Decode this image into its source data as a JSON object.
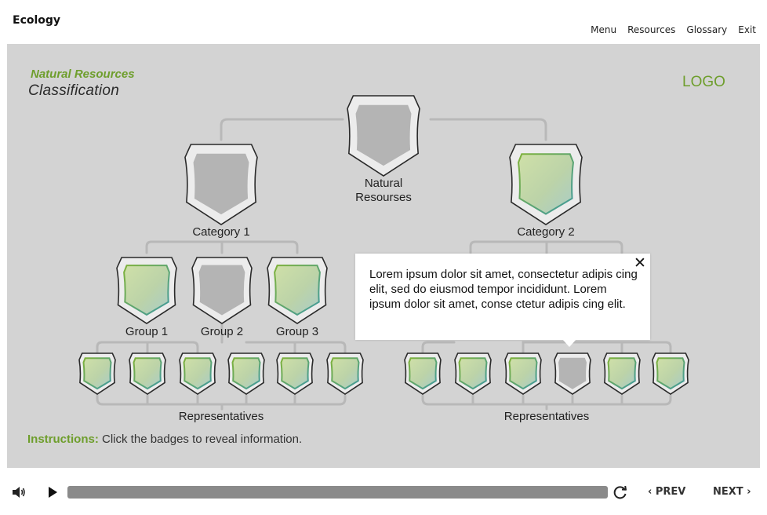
{
  "app": {
    "title": "Ecology"
  },
  "nav": {
    "items": [
      "Menu",
      "Resources",
      "Glossary",
      "Exit"
    ]
  },
  "slide": {
    "subtitle": "Natural Resources",
    "title": "Classification",
    "logo": "LOGO",
    "root_label_line1": "Natural",
    "root_label_line2": "Resourses",
    "categories": [
      "Category 1",
      "Category 2"
    ],
    "groups": [
      "Group 1",
      "Group 2",
      "Group 3"
    ],
    "representatives_label": "Representatives",
    "instructions_label": "Instructions:",
    "instructions_text": "Click the badges to reveal information.",
    "colors": {
      "accent_green": "#6e9e2c",
      "badge_gray": "#b4b4b4",
      "connector": "#b8b8b8",
      "stage_bg": "#d3d3d3"
    }
  },
  "popup": {
    "text": "Lorem ipsum dolor sit amet, consectetur adipis cing elit, sed do eiusmod tempor incididunt. Lorem ipsum dolor sit amet, conse ctetur adipis cing elit.",
    "close_icon": "close-icon"
  },
  "player": {
    "volume_icon": "speaker-icon",
    "play_icon": "play-icon",
    "replay_icon": "replay-icon",
    "prev_label": "PREV",
    "next_label": "NEXT"
  }
}
